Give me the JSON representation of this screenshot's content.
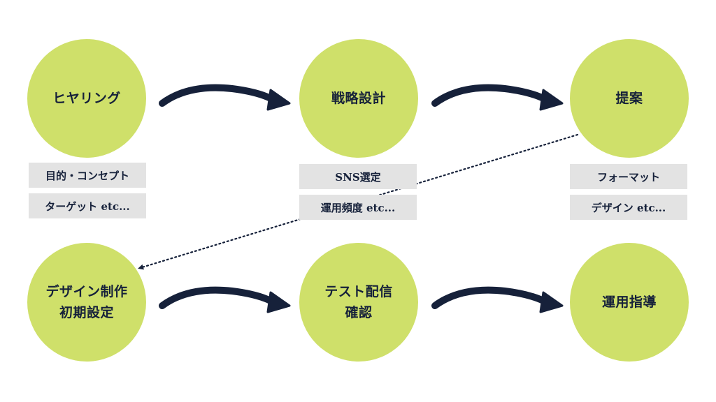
{
  "colors": {
    "circle_fill": "#cfe06a",
    "arrow": "#16213a",
    "tag_bg": "#e3e3e3",
    "text": "#16213a"
  },
  "steps": [
    {
      "label": "ヒヤリング",
      "details": [
        "目的・コンセプト",
        "ターゲット etc..."
      ]
    },
    {
      "label": "戦略設計",
      "details": [
        "SNS選定",
        "運用頻度 etc..."
      ]
    },
    {
      "label": "提案",
      "details": [
        "フォーマット",
        "デザイン etc..."
      ]
    },
    {
      "label": "デザイン制作\n初期設定",
      "details": []
    },
    {
      "label": "テスト配信\n確認",
      "details": []
    },
    {
      "label": "運用指導",
      "details": []
    }
  ],
  "icons": {
    "flow_arrow": "curved-arrow-icon",
    "wrap_arrow": "dotted-arrow-icon"
  }
}
